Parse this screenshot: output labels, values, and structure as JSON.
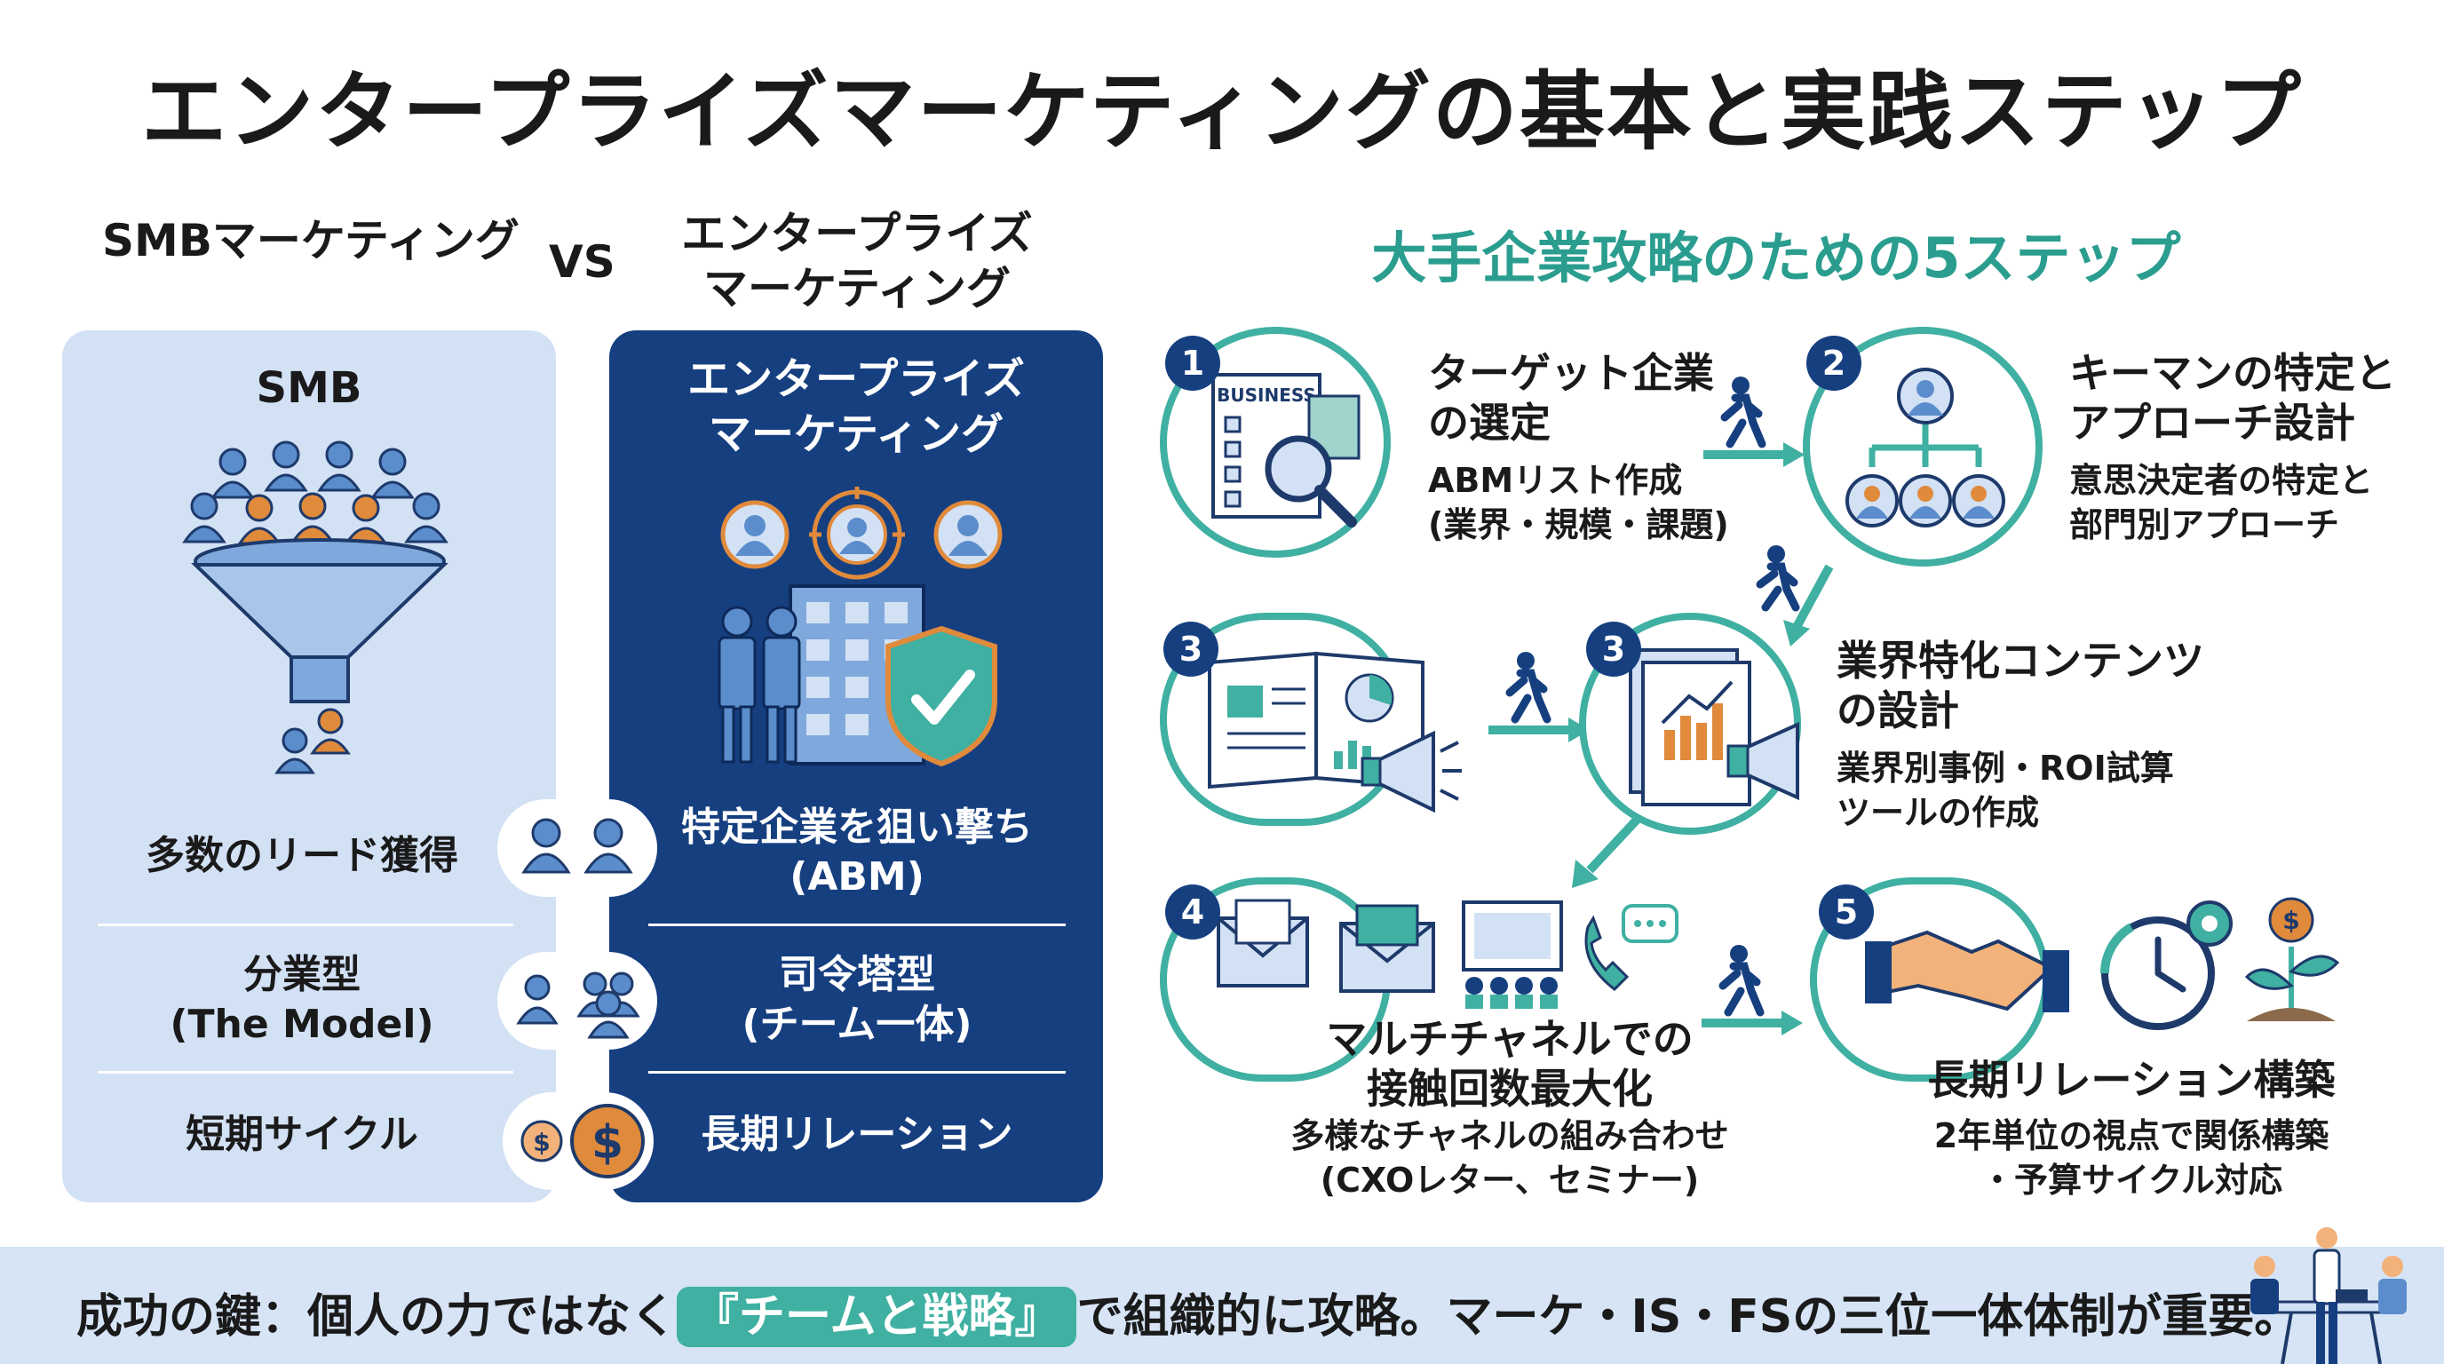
{
  "title": "エンタープライズマーケティングの基本と実践ステップ",
  "comparison": {
    "smb_heading": "SMBマーケティング",
    "vs": "VS",
    "ent_heading_1": "エンタープライズ",
    "ent_heading_2": "マーケティング",
    "smb_panel": {
      "title": "SMB",
      "rows": [
        "多数のリード獲得",
        "分業型",
        "(The Model)",
        "短期サイクル"
      ]
    },
    "ent_panel": {
      "title_1": "エンタープライズ",
      "title_2": "マーケティング",
      "rows": [
        "特定企業を狙い撃ち",
        "(ABM)",
        "司令塔型",
        "(チーム一体)",
        "長期リレーション"
      ]
    }
  },
  "steps": {
    "heading": "大手企業攻略のための5ステップ",
    "items": [
      {
        "num": "1",
        "title_1": "ターゲット企業",
        "title_2": "の選定",
        "desc_1": "ABMリスト作成",
        "desc_2": "(業界・規模・課題)",
        "icon_label": "BUSINESS"
      },
      {
        "num": "2",
        "title_1": "キーマンの特定と",
        "title_2": "アプローチ設計",
        "desc_1": "意思決定者の特定と",
        "desc_2": "部門別アプローチ"
      },
      {
        "num": "3",
        "num_b": "3",
        "title_1": "業界特化コンテンツ",
        "title_2": "の設計",
        "desc_1": "業界別事例・ROI試算",
        "desc_2": "ツールの作成"
      },
      {
        "num": "4",
        "title_1": "マルチチャネルでの",
        "title_2": "接触回数最大化",
        "desc_1": "多様なチャネルの組み合わせ",
        "desc_2": "(CXOレター、セミナー)"
      },
      {
        "num": "5",
        "title_1": "長期リレーション構築",
        "desc_1": "2年単位の視点で関係構築",
        "desc_2": "・予算サイクル対応"
      }
    ]
  },
  "footer": {
    "prefix": "成功の鍵：個人の力ではなく",
    "highlight": "『チームと戦略』",
    "suffix": "で組織的に攻略。マーケ・IS・FSの三位一体体制が重要。"
  },
  "colors": {
    "navy": "#163f80",
    "teal": "#3fb0a2",
    "light_blue": "#d3e1f5",
    "orange": "#e08a3c",
    "person_blue": "#5b8dcc"
  }
}
